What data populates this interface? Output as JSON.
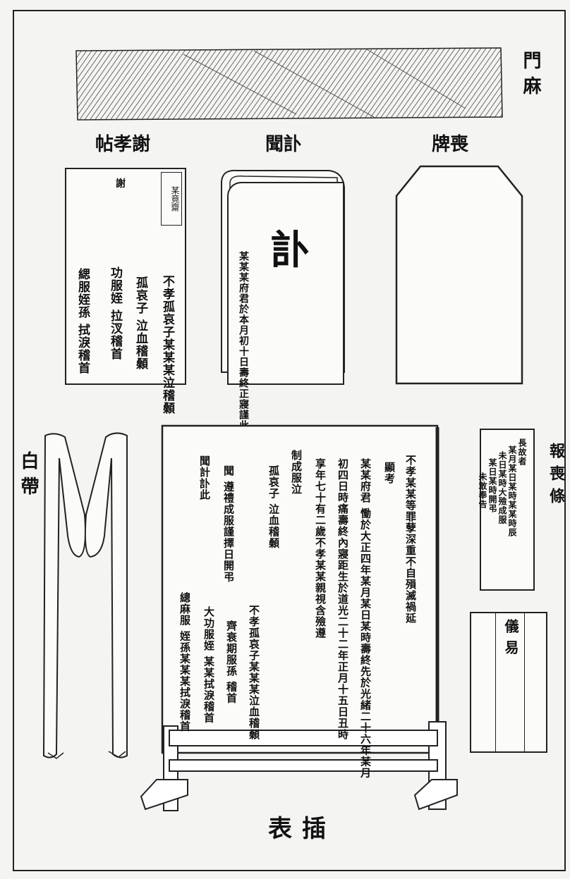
{
  "mama": {
    "label": "門麻"
  },
  "top_labels": {
    "left": "帖孝謝",
    "middle": "聞訃",
    "right": "牌喪"
  },
  "thank_card": {
    "corner": "某竟齋",
    "top_char": "謝",
    "columns": [
      "不孝孤哀子某某某泣稽顙",
      "孤哀子 泣血稽顙",
      "功服姪 拉汊稽首",
      "緦服姪孫 拭淚稽首"
    ]
  },
  "obituary": {
    "title": "訃",
    "column": "某某某府君於本月初十日壽終正寢謹此訃聞"
  },
  "white_belt": {
    "label": "白帶"
  },
  "placard": {
    "columns": [
      "不孝某某等罪孽深重不自殞滅禍延",
      "顯考",
      "某某府君 慟於大正四年某月某日某時壽終先於光緒二十六年某月",
      "初四日時痛壽終內寢距生於道光二十二年正月十五日丑時",
      "享年七十有二歲不孝某某親視含殮遵",
      "制成服泣",
      "孤哀子 泣血稽顙",
      "聞 遵禮成服謹擇日開弔",
      "聞計訃此",
      "不孝孤哀子某某某泣血稽顙",
      "齊衰期服孫 稽首",
      "大功服姪 某某拭淚稽首",
      "總麻服 姪孫某某某拭淚稽首"
    ]
  },
  "bottom_label": "表插",
  "notice": {
    "label": "報喪條",
    "columns": [
      "長故者",
      "某月某日某時某某時辰",
      "未日某時大殮成服",
      "某日某時開弔",
      "未敢奉告"
    ]
  },
  "memorial": {
    "label": "儀易"
  }
}
